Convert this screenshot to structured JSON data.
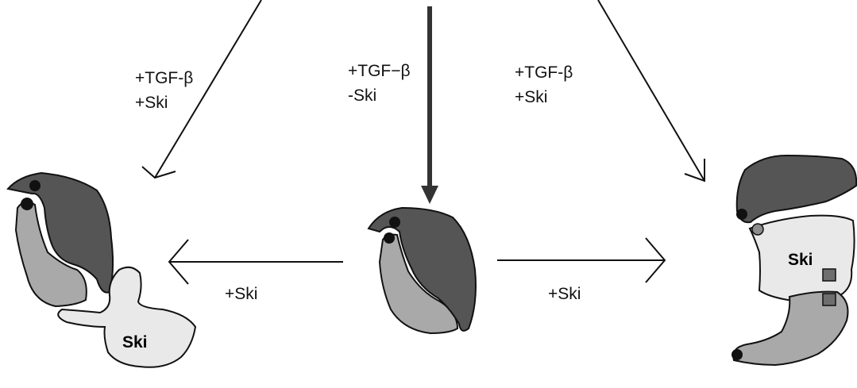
{
  "labels": {
    "left_arrow_line1": "+TGF-β",
    "left_arrow_line2": "+Ski",
    "center_arrow_line1": "+TGF−β",
    "center_arrow_line2": "-Ski",
    "right_arrow_line1": "+TGF-β",
    "right_arrow_line2": "+Ski",
    "left_horizontal": "+Ski",
    "right_horizontal": "+Ski",
    "left_ski_protein": "Ski",
    "right_ski_protein": "Ski"
  },
  "colors": {
    "dark_subunit": "#555555",
    "light_subunit": "#a9a9a9",
    "ski_fill": "#e9e9e9",
    "outline": "#111111",
    "site_dot": "#111111",
    "site_dot_grey": "#8c8c8c",
    "site_square": "#6e6e6e"
  }
}
